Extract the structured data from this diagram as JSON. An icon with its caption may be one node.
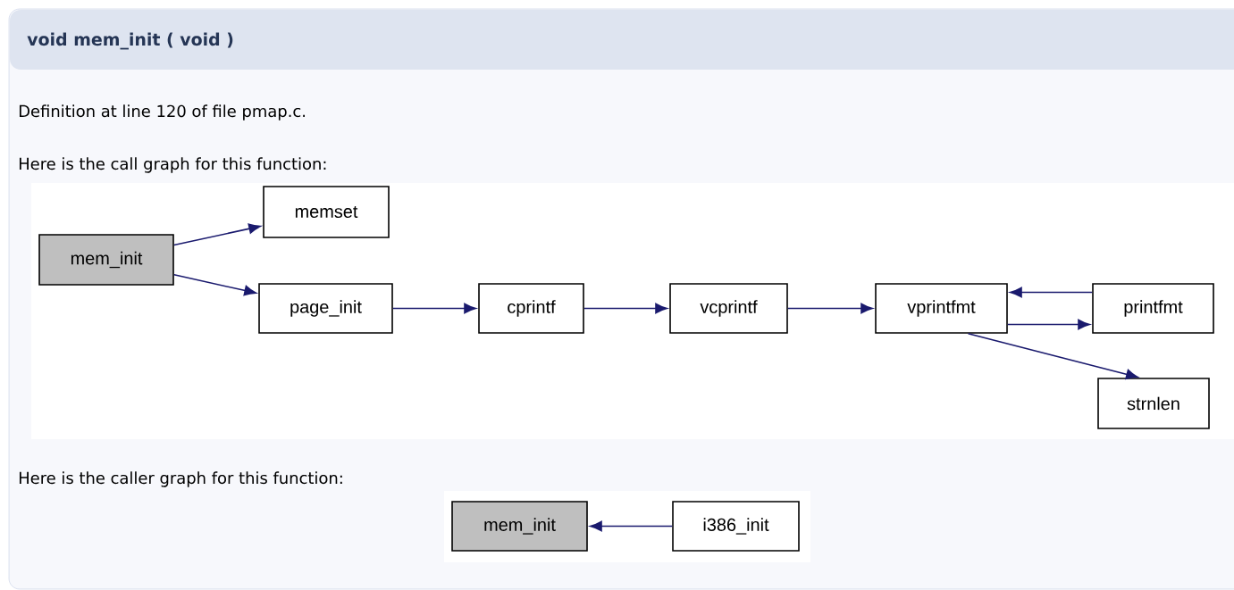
{
  "diagram": {
    "title": "void mem_init ( void )",
    "nodes": [
      {
        "text": [
          "mem_init"
        ]
      },
      {
        "text": [
          "memset"
        ]
      },
      {
        "text": [
          "page_init"
        ]
      },
      {
        "text": [
          "cprintf"
        ]
      },
      {
        "text": [
          "vcprintf"
        ]
      },
      {
        "text": [
          "vprintfmt"
        ]
      },
      {
        "text": [
          "printfmt"
        ]
      },
      {
        "text": [
          "strnlen"
        ]
      },
      {
        "text": [
          "mem_init"
        ]
      },
      {
        "text": [
          "i386_init"
        ]
      }
    ],
    "edges": [
      {
        "from": 0,
        "to": 1,
        "arrow": "to"
      },
      {
        "from": 0,
        "to": 2,
        "arrow": "to"
      },
      {
        "from": 2,
        "to": 3,
        "arrow": "to"
      },
      {
        "from": 3,
        "to": 4,
        "arrow": "to"
      },
      {
        "from": 4,
        "to": 5,
        "arrow": "to"
      },
      {
        "from": 6,
        "to": 5,
        "arrow": "to"
      },
      {
        "from": 5,
        "to": 6,
        "arrow": "to"
      },
      {
        "from": 5,
        "to": 7,
        "arrow": "to"
      },
      {
        "from": 9,
        "to": 8,
        "arrow": "to"
      }
    ],
    "labels": [
      "Definition at line 120 of file pmap.c.",
      "Here is the call graph for this function:",
      "Here is the caller graph for this function:"
    ]
  }
}
